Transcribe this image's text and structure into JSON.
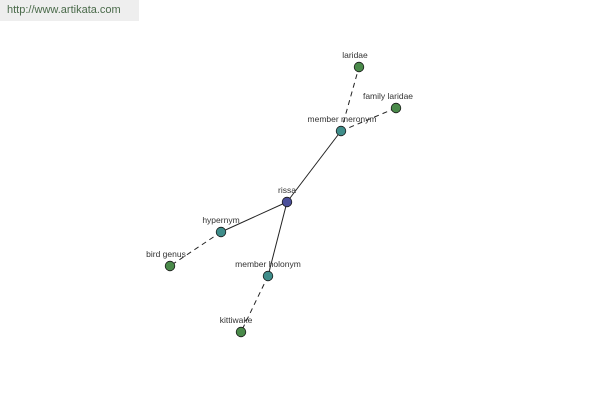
{
  "header": {
    "url_text": "http://www.artikata.com"
  },
  "colors": {
    "center_node": "#4b4f9a",
    "relation_node": "#3f8d8a",
    "leaf_node": "#4a8a4a",
    "edge": "#222222",
    "banner_text": "#4a6a4a"
  },
  "graph": {
    "nodes": [
      {
        "id": "rissa",
        "label": "rissa",
        "kind": "center"
      },
      {
        "id": "member_meronym",
        "label": "member meronym",
        "kind": "relation"
      },
      {
        "id": "hypernym",
        "label": "hypernym",
        "kind": "relation"
      },
      {
        "id": "member_holonym",
        "label": "member holonym",
        "kind": "relation"
      },
      {
        "id": "laridae",
        "label": "laridae",
        "kind": "leaf"
      },
      {
        "id": "family_laridae",
        "label": "family laridae",
        "kind": "leaf"
      },
      {
        "id": "bird_genus",
        "label": "bird genus",
        "kind": "leaf"
      },
      {
        "id": "kittiwake",
        "label": "kittiwake",
        "kind": "leaf"
      }
    ],
    "edges": [
      {
        "from": "rissa",
        "to": "member_meronym",
        "style": "solid"
      },
      {
        "from": "rissa",
        "to": "hypernym",
        "style": "solid"
      },
      {
        "from": "rissa",
        "to": "member_holonym",
        "style": "solid"
      },
      {
        "from": "member_meronym",
        "to": "laridae",
        "style": "dashed"
      },
      {
        "from": "member_meronym",
        "to": "family_laridae",
        "style": "dashed"
      },
      {
        "from": "hypernym",
        "to": "bird_genus",
        "style": "dashed"
      },
      {
        "from": "member_holonym",
        "to": "kittiwake",
        "style": "dashed"
      }
    ]
  }
}
